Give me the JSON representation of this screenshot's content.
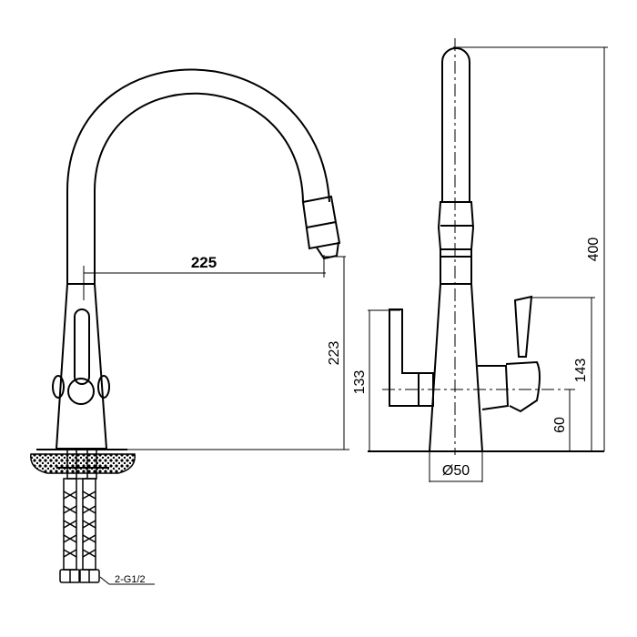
{
  "dimensions": {
    "spout_reach": "225",
    "spout_height": "223",
    "total_height": "400",
    "lever_height": "143",
    "side_handle_height": "133",
    "inlet_height": "60",
    "base_diameter": "Ø50"
  },
  "callouts": {
    "connection": "2-G1/2"
  },
  "colors": {
    "line": "#000000",
    "background": "#ffffff"
  }
}
